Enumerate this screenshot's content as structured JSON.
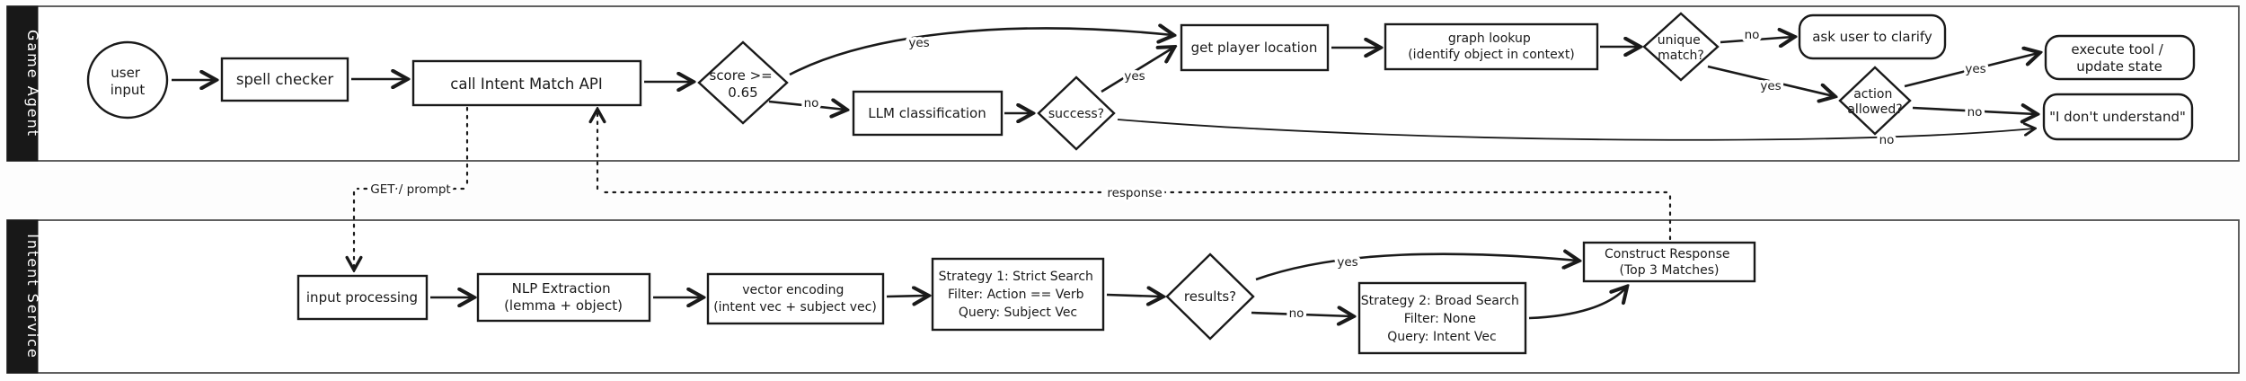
{
  "diagram": {
    "type": "flowchart-swimlanes",
    "colors": {
      "ink": "#1a1a1a",
      "lane_border": "#4f4f4f",
      "lane_header_bg": "#181818",
      "lane_header_text": "#ffffff",
      "canvas": "#ffffff"
    },
    "lanes": [
      {
        "title": "Game Agent"
      },
      {
        "title": "Intent Service"
      }
    ],
    "nodes": {
      "user_input": {
        "shape": "circle",
        "lines": [
          "user",
          "input"
        ]
      },
      "spell_checker": {
        "shape": "rect",
        "lines": [
          "spell checker"
        ]
      },
      "call_intent_api": {
        "shape": "rect",
        "lines": [
          "call Intent Match API"
        ]
      },
      "score_check": {
        "shape": "diamond",
        "lines": [
          "score >=",
          "0.65"
        ]
      },
      "llm_classification": {
        "shape": "rect",
        "lines": [
          "LLM classification"
        ]
      },
      "success_check": {
        "shape": "diamond",
        "lines": [
          "success?"
        ]
      },
      "get_player_location": {
        "shape": "rect",
        "lines": [
          "get player location"
        ]
      },
      "graph_lookup": {
        "shape": "rect",
        "lines": [
          "graph lookup",
          "(identify object in context)"
        ]
      },
      "unique_match": {
        "shape": "diamond",
        "lines": [
          "unique",
          "match?"
        ]
      },
      "ask_user_to_clarify": {
        "shape": "round-rect",
        "lines": [
          "ask user to clarify"
        ]
      },
      "action_allowed": {
        "shape": "diamond",
        "lines": [
          "action",
          "allowed?"
        ]
      },
      "execute_tool": {
        "shape": "round-rect",
        "lines": [
          "execute tool /",
          "update state"
        ]
      },
      "dont_understand": {
        "shape": "round-rect",
        "lines": [
          "\"I don't understand\""
        ]
      },
      "input_processing": {
        "shape": "rect",
        "lines": [
          "input processing"
        ]
      },
      "nlp_extraction": {
        "shape": "rect",
        "lines": [
          "NLP Extraction",
          "(lemma + object)"
        ]
      },
      "vector_encoding": {
        "shape": "rect",
        "lines": [
          "vector encoding",
          "(intent vec + subject vec)"
        ]
      },
      "strategy_1": {
        "shape": "rect",
        "lines": [
          "Strategy 1: Strict Search",
          "Filter: Action == Verb",
          "Query: Subject Vec"
        ]
      },
      "results_check": {
        "shape": "diamond",
        "lines": [
          "results?"
        ]
      },
      "strategy_2": {
        "shape": "rect",
        "lines": [
          "Strategy 2: Broad Search",
          "Filter: None",
          "Query: Intent Vec"
        ]
      },
      "construct_response": {
        "shape": "rect",
        "lines": [
          "Construct Response",
          "(Top 3 Matches)"
        ]
      }
    },
    "edge_labels": {
      "score_yes": "yes",
      "score_no": "no",
      "success_yes": "yes",
      "success_no": "no",
      "unique_no": "no",
      "unique_yes": "yes",
      "action_yes": "yes",
      "action_no": "no",
      "get_prompt": "GET / prompt",
      "response": "response",
      "results_yes": "yes",
      "results_no": "no"
    }
  }
}
